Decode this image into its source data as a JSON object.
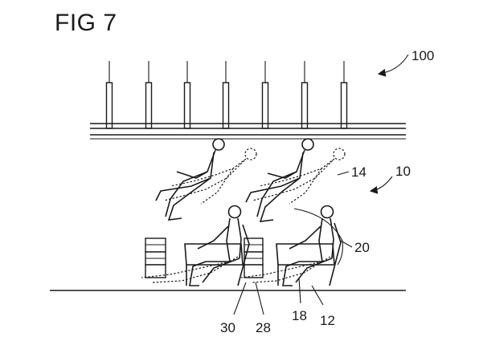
{
  "figure": {
    "title": "FIG 7"
  },
  "reference_numerals": {
    "r100": "100",
    "r14": "14",
    "r10": "10",
    "r20": "20",
    "r30": "30",
    "r28": "28",
    "r18": "18",
    "r12": "12"
  }
}
